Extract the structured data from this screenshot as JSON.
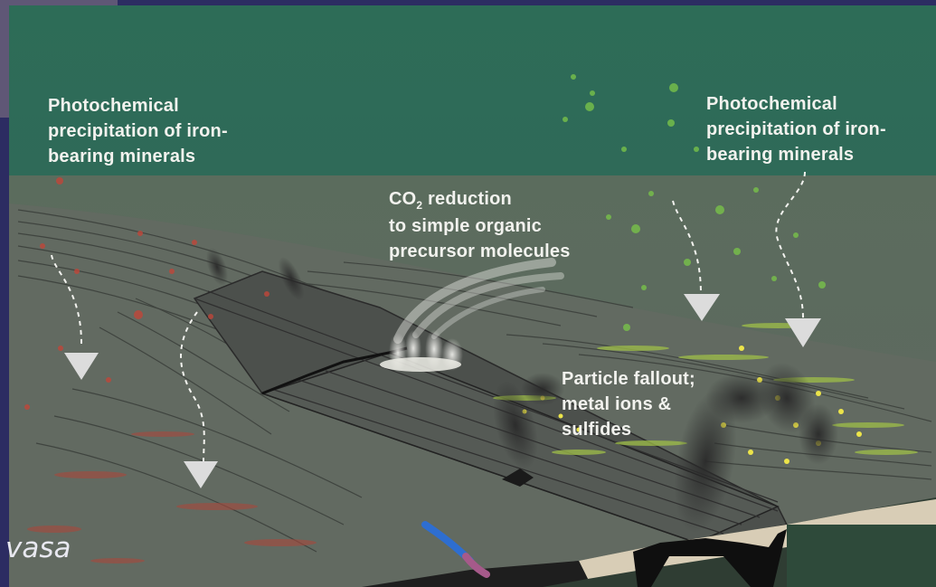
{
  "labels": {
    "left": [
      "Photochemical",
      "precipitation of iron-",
      "bearing minerals"
    ],
    "right": [
      "Photochemical",
      "precipitation of iron-",
      "bearing minerals"
    ],
    "co2": {
      "prefix": "CO",
      "subscript": "2",
      "line1_rest": " reduction",
      "line2": "to simple organic",
      "line3": "precursor molecules"
    },
    "fallout": [
      "Particle fallout;",
      "metal ions &",
      "sulfides"
    ]
  },
  "watermark": "vasa",
  "colors": {
    "sky": "#2e6a56",
    "ocean": "#5a6a5c",
    "seafloor": "#636a62",
    "ridge": "#4b4f4b",
    "frame": "#2c2c62",
    "iron_particles": "#c0463a",
    "green_particles": "#79c04a",
    "yellow_particles": "#e6e24a",
    "label_text": "#f2f2ee"
  }
}
